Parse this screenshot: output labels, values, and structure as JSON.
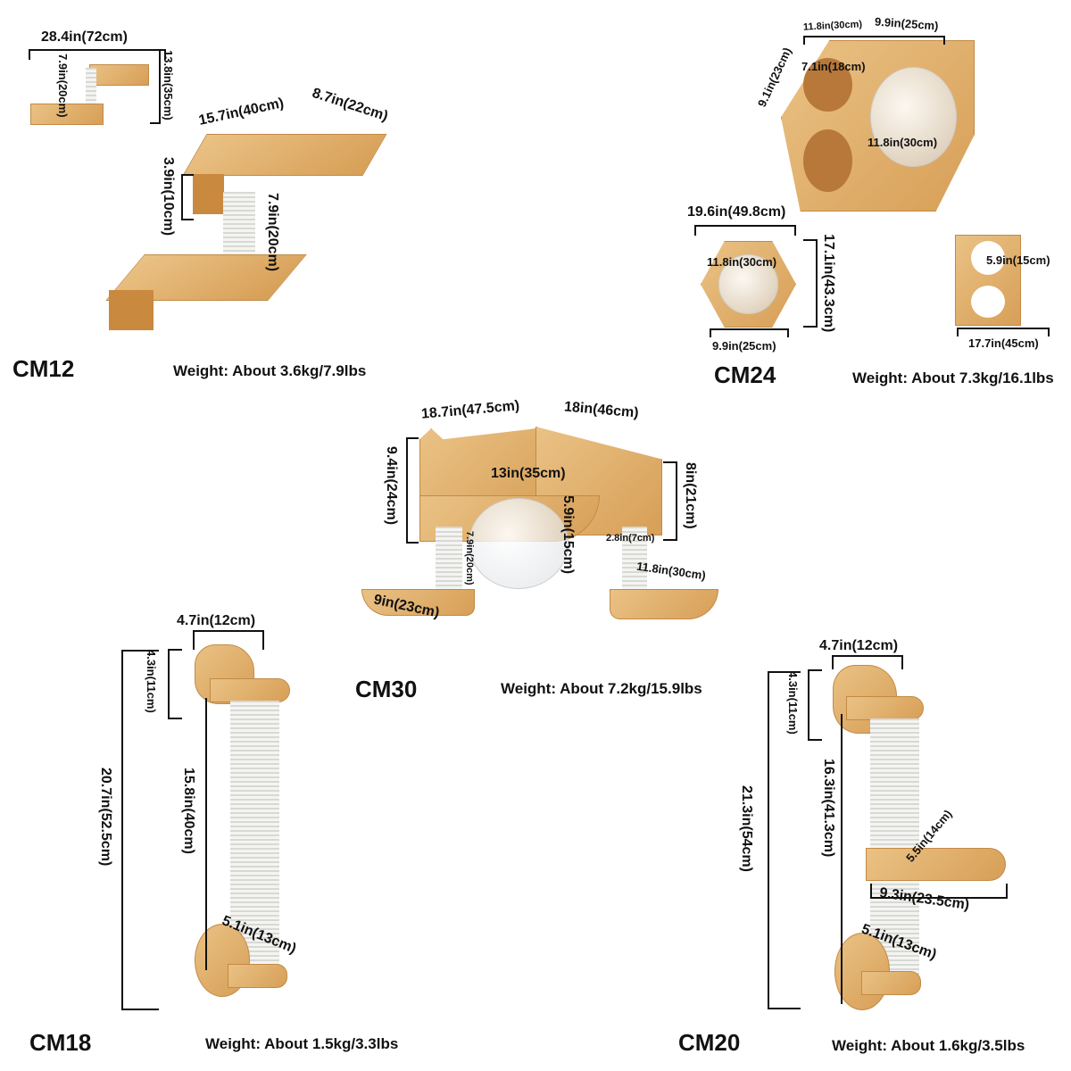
{
  "colors": {
    "wood": "#e0b06c",
    "rope": "#f2f2f0",
    "text": "#111111"
  },
  "cm12": {
    "model": "CM12",
    "weight": "Weight: About 3.6kg/7.9lbs",
    "dims": [
      "28.4in(72cm)",
      "13.8in(35cm)",
      "7.9in(20cm)",
      "15.7in(40cm)",
      "8.7in(22cm)",
      "3.9in(10cm)",
      "7.9in(20cm)"
    ]
  },
  "cm24": {
    "model": "CM24",
    "weight": "Weight: About 7.3kg/16.1lbs",
    "dims": [
      "11.8in(30cm)",
      "9.9in(25cm)",
      "9.1in(23cm)",
      "7.1in(18cm)",
      "11.8in(30cm)",
      "19.6in(49.8cm)",
      "11.8in(30cm)",
      "17.1in(43.3cm)",
      "9.9in(25cm)",
      "5.9in(15cm)",
      "17.7in(45cm)"
    ]
  },
  "cm30": {
    "model": "CM30",
    "weight": "Weight: About 7.2kg/15.9lbs",
    "dims": [
      "18.7in(47.5cm)",
      "18in(46cm)",
      "9.4in(24cm)",
      "13in(35cm)",
      "8in(21cm)",
      "5.9in(15cm)",
      "7.9in(20cm)",
      "2.8in(7cm)",
      "11.8in(30cm)",
      "9in(23cm)"
    ]
  },
  "cm18": {
    "model": "CM18",
    "weight": "Weight: About 1.5kg/3.3lbs",
    "dims": [
      "4.7in(12cm)",
      "4.3in(11cm)",
      "20.7in(52.5cm)",
      "15.8in(40cm)",
      "5.1in(13cm)"
    ]
  },
  "cm20": {
    "model": "CM20",
    "weight": "Weight: About 1.6kg/3.5lbs",
    "dims": [
      "4.7in(12cm)",
      "4.3in(11cm)",
      "21.3in(54cm)",
      "16.3in(41.3cm)",
      "5.5in(14cm)",
      "9.3in(23.5cm)",
      "5.1in(13cm)"
    ]
  }
}
